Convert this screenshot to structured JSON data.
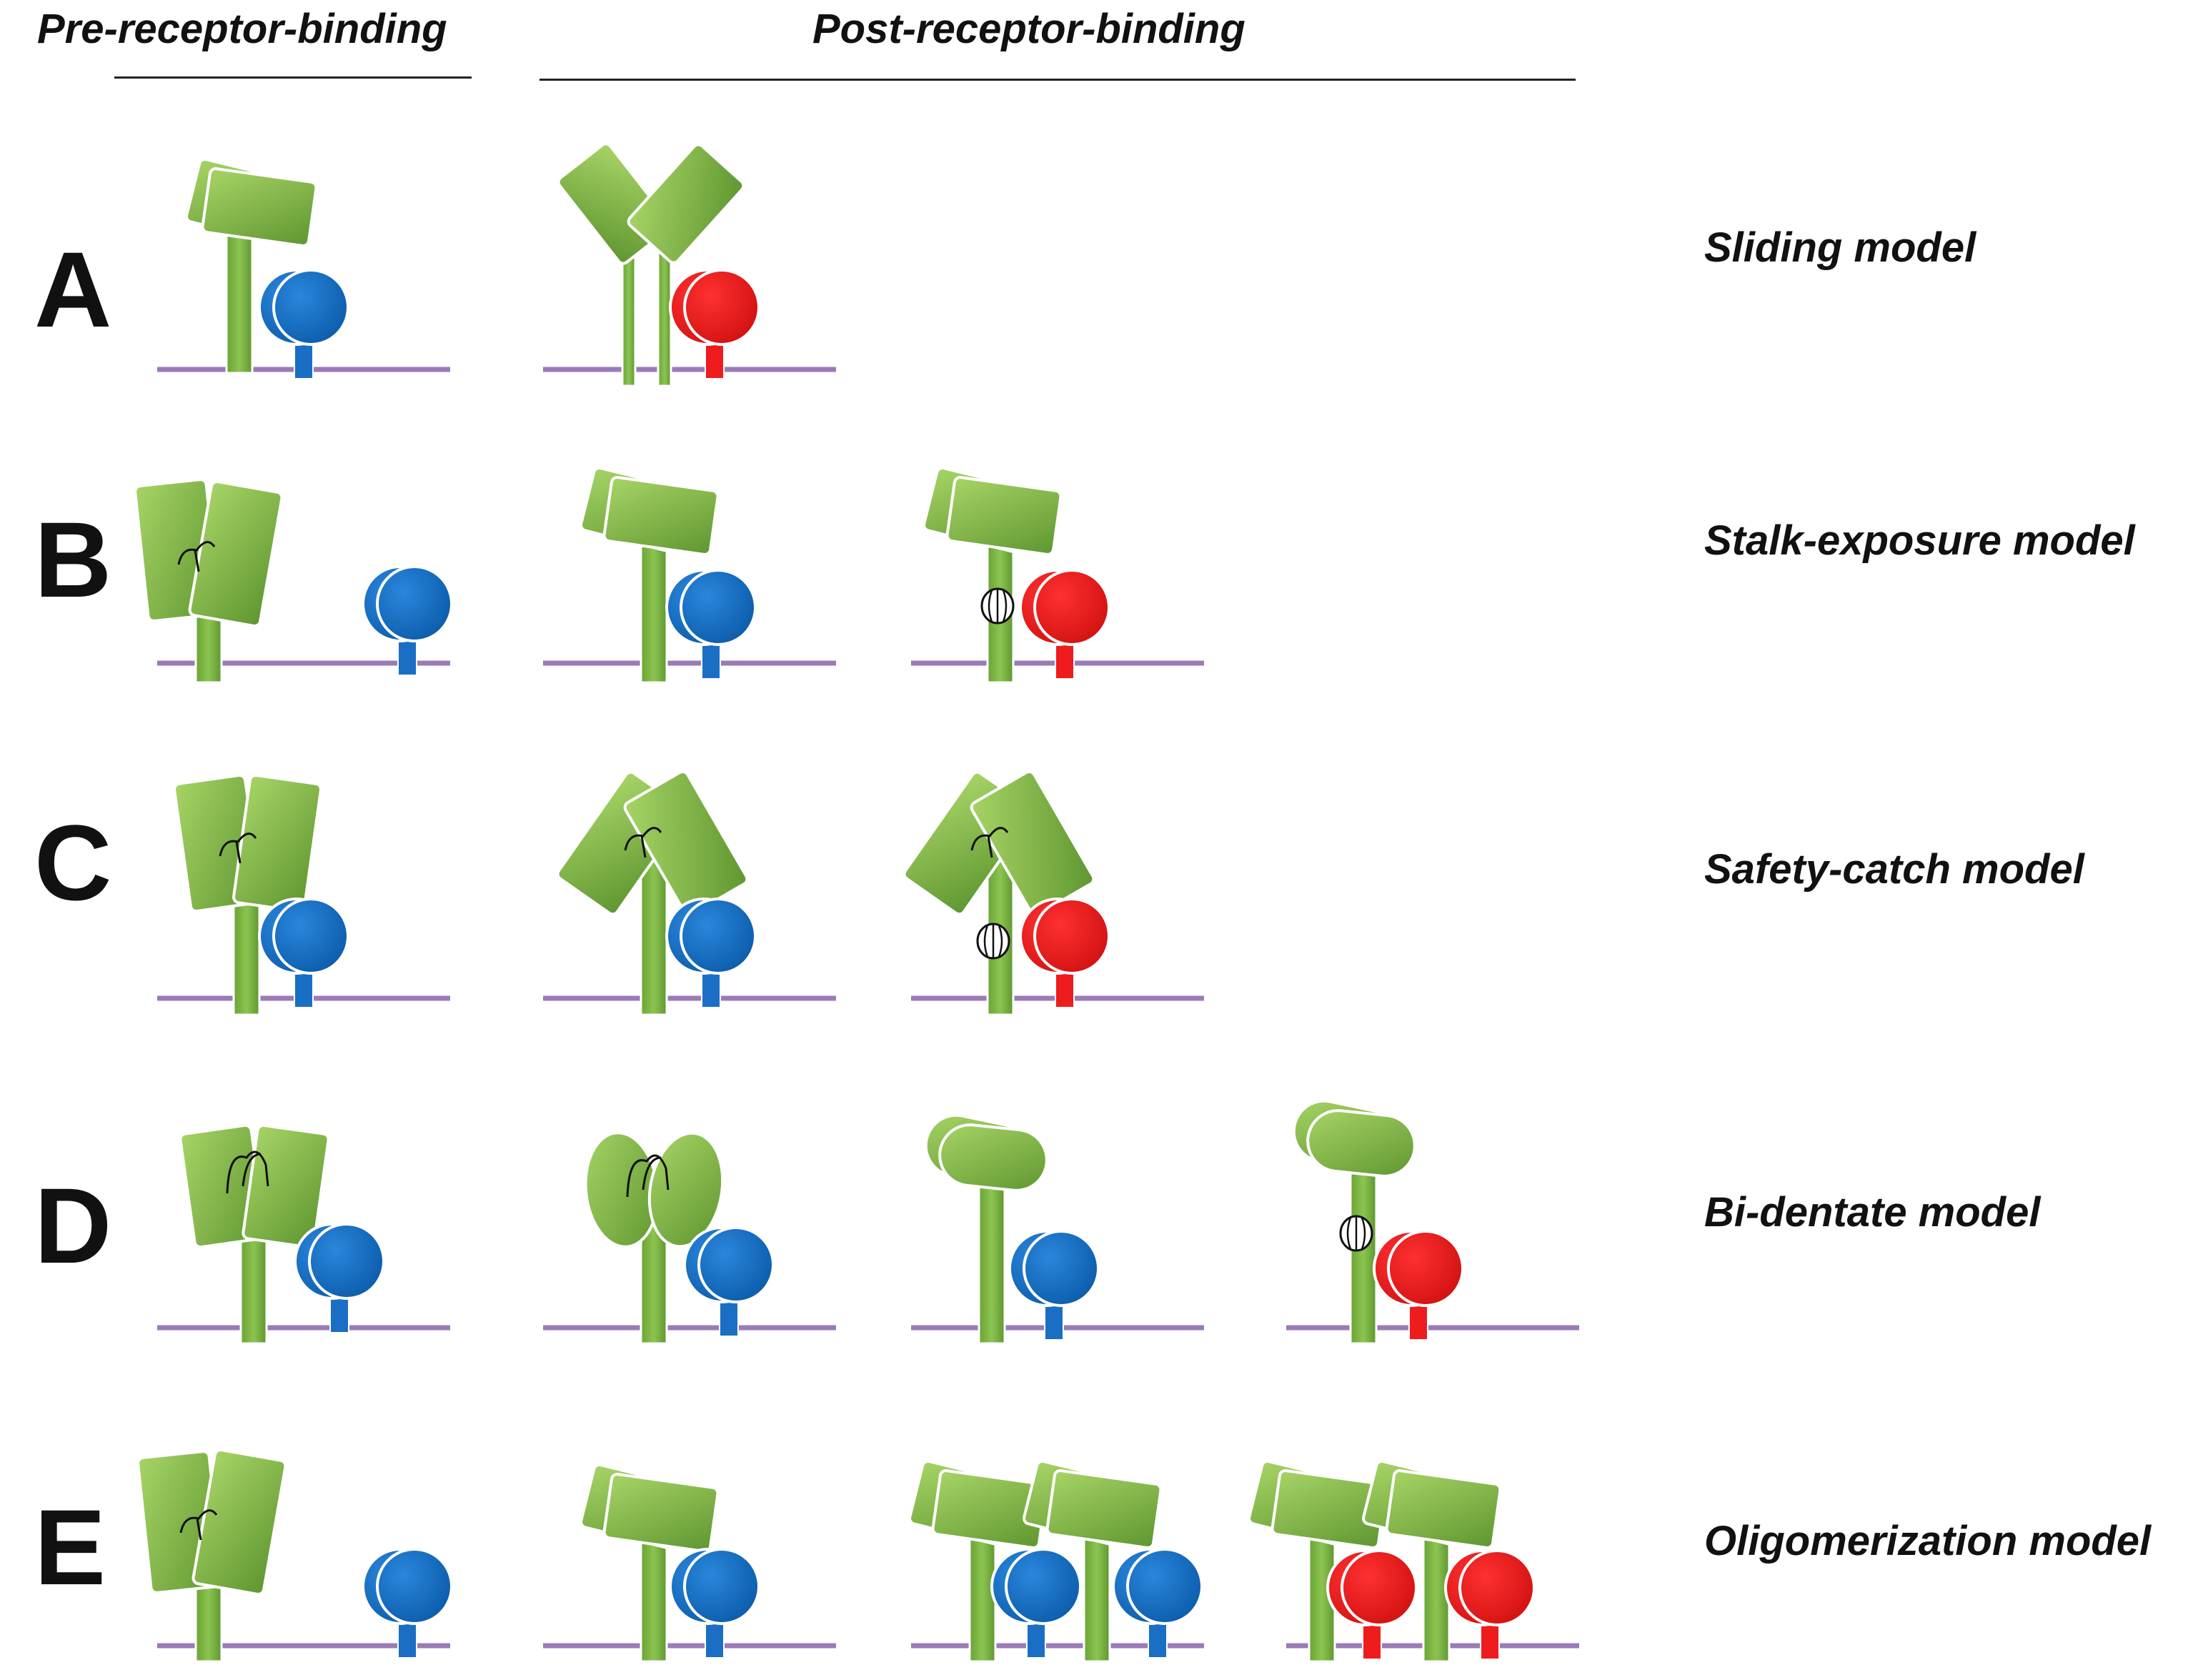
{
  "headers": {
    "pre": "Pre-receptor-binding",
    "post": "Post-receptor-binding"
  },
  "rows": [
    {
      "letter": "A",
      "model": "Sliding model"
    },
    {
      "letter": "B",
      "model": "Stalk-exposure model"
    },
    {
      "letter": "C",
      "model": "Safety-catch model"
    },
    {
      "letter": "D",
      "model": "Bi-dentate model"
    },
    {
      "letter": "E",
      "model": "Oligomerization model"
    }
  ],
  "colors": {
    "membrane": "#9b7ab8",
    "head_light": "#9ccc5a",
    "head_dark": "#6ea23a",
    "stalk": "#7db446",
    "receptor_inactive": "#1a6fc4",
    "receptor_active": "#ee1c1c"
  }
}
